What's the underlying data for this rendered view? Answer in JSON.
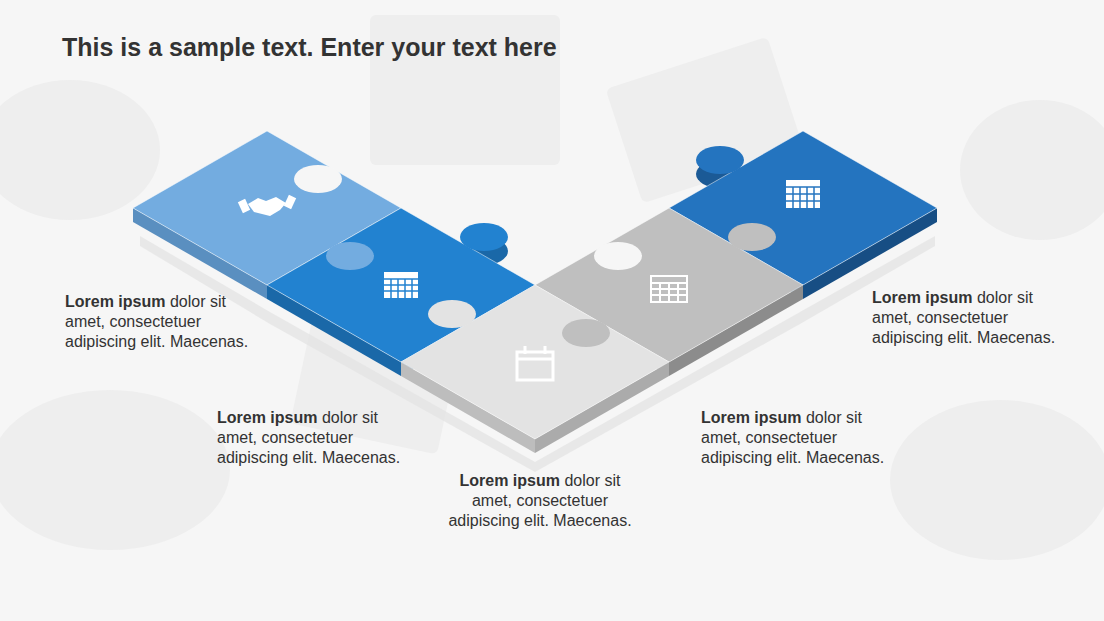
{
  "diagram": {
    "title": "This is a sample text. Enter your text here",
    "labels": [
      "Lorem ipsum",
      "dolor sit amet, consectetuer adipiscing elit. Maecenas.",
      "Lorem ipsum",
      "dolor sit amet, consectetuer adipiscing elit. Maecenas.",
      "Lorem ipsum",
      "dolor sit amet, consectetuer adipiscing elit. Maecenas.",
      "Lorem ipsum",
      "dolor sit amet, consectetuer adipiscing elit. Maecenas.",
      "Lorem ipsum",
      "dolor sit amet, consectetuer adipiscing elit. Maecenas."
    ]
  }
}
